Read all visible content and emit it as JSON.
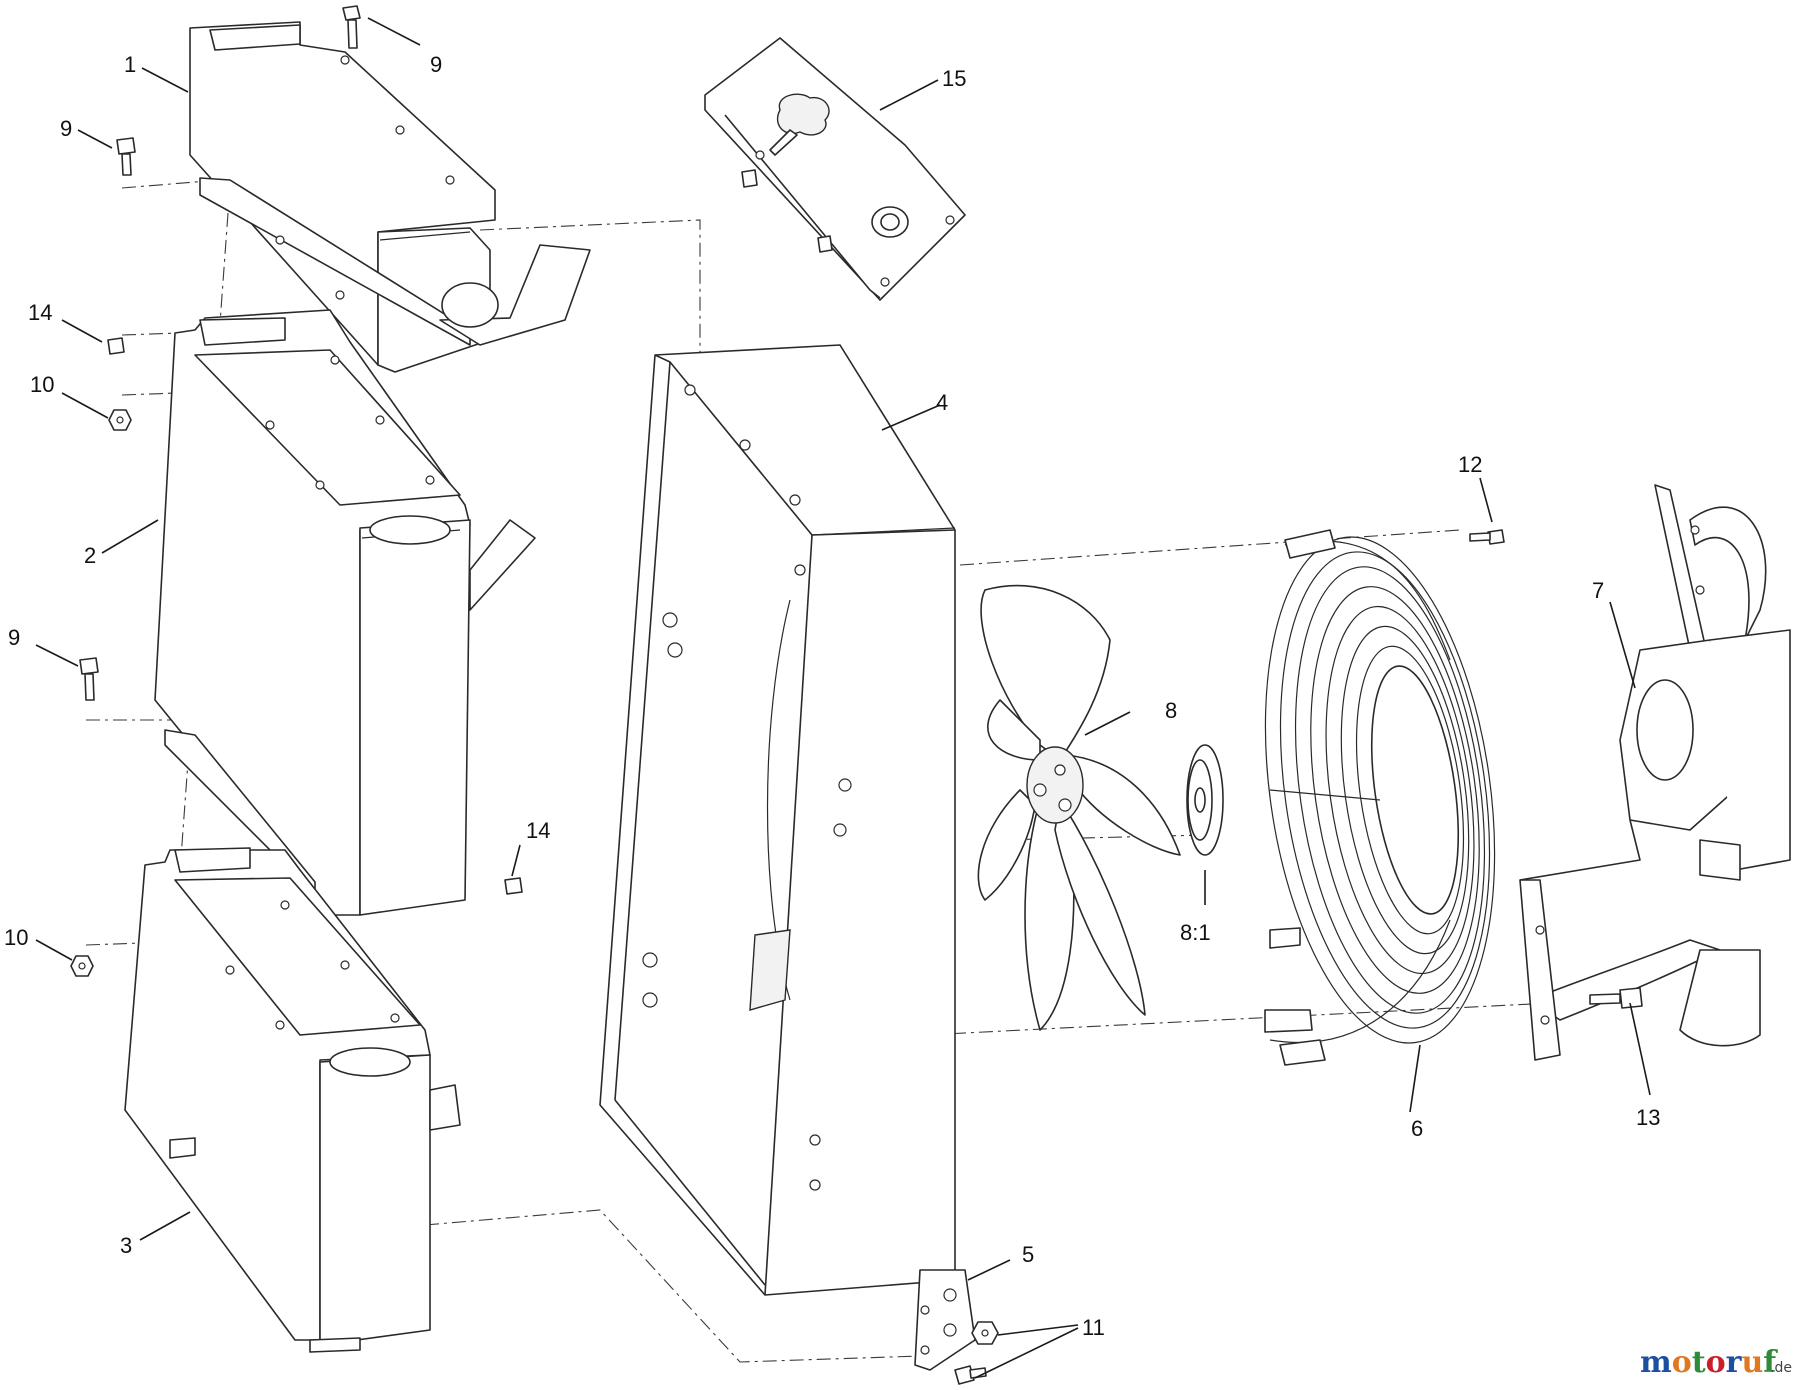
{
  "labels": {
    "c1": "1",
    "c2": "2",
    "c3": "3",
    "c4": "4",
    "c5": "5",
    "c6": "6",
    "c7": "7",
    "c8": "8",
    "c8_1": "8:1",
    "c9a": "9",
    "c9b": "9",
    "c9c": "9",
    "c10a": "10",
    "c10b": "10",
    "c11": "11",
    "c12": "12",
    "c13": "13",
    "c14a": "14",
    "c14b": "14",
    "c15": "15"
  },
  "watermark": {
    "brand": "motoruf",
    "tld": ".de",
    "colors": {
      "m": "#1d4fa0",
      "o1": "#e07820",
      "t": "#2e8b3a",
      "o2": "#c8202a",
      "r": "#1d4fa0",
      "u": "#e07820",
      "f": "#2e8b3a"
    }
  }
}
